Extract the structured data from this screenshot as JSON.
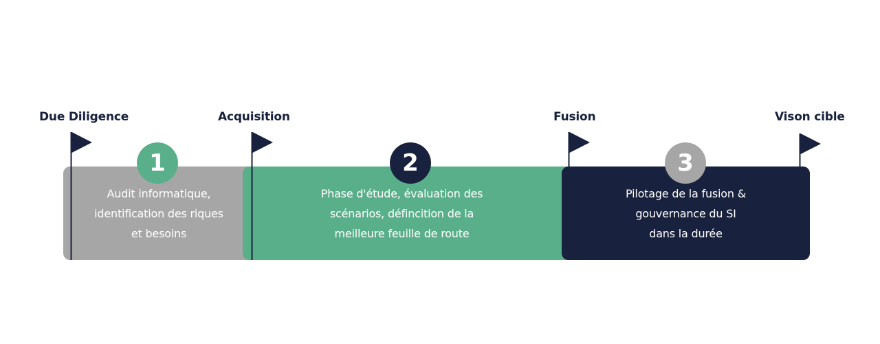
{
  "milestones": [
    {
      "label": "Due Diligence"
    },
    {
      "label": "Acquisition"
    },
    {
      "label": "Fusion"
    },
    {
      "label": "Vison cible"
    }
  ],
  "phases": [
    {
      "number": "1",
      "lines": [
        "Audit informatique,",
        "identification des riques",
        "et besoins"
      ]
    },
    {
      "number": "2",
      "lines": [
        "Phase d'étude, évaluation des",
        "scénarios, défincition de la",
        "meilleure feuille de route"
      ]
    },
    {
      "number": "3",
      "lines": [
        "Pilotage de la fusion &",
        "gouvernance du SI",
        "dans la durée"
      ]
    }
  ],
  "colors": {
    "navy": "#18213d",
    "green": "#5aaf8b",
    "gray": "#a6a6a6",
    "white": "#ffffff"
  }
}
